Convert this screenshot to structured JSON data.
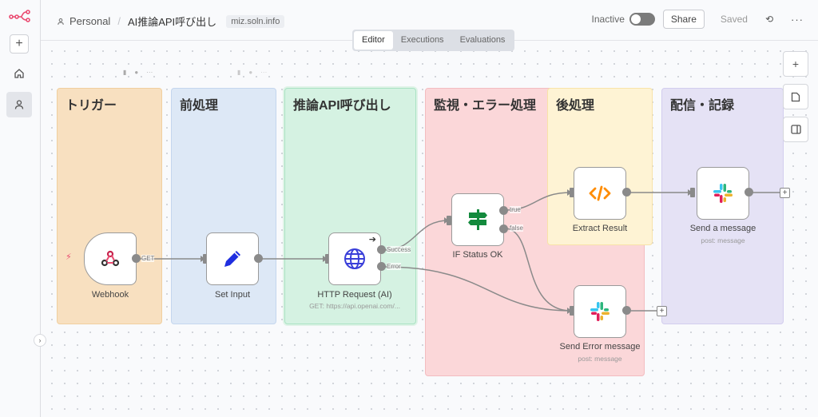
{
  "header": {
    "breadcrumb_owner": "Personal",
    "breadcrumb_separator": "/",
    "workflow_title": "AI推論API呼び出し",
    "workflow_tag": "miz.soln.info",
    "status_label": "Inactive",
    "active": false,
    "share_label": "Share",
    "saved_label": "Saved",
    "history_icon": "⟲",
    "more_icon": "···"
  },
  "sidebar": {
    "add_icon": "+",
    "home_icon": "⌂",
    "personal_icon": "👤",
    "collapse_icon": "›"
  },
  "tabs": [
    {
      "label": "Editor",
      "active": true
    },
    {
      "label": "Executions",
      "active": false
    },
    {
      "label": "Evaluations",
      "active": false
    }
  ],
  "canvas_controls": {
    "add_node_icon": "+",
    "sticky_note_icon": "🗋",
    "panel_icon": "◫"
  },
  "sticky_notes": [
    {
      "title": "トリガー",
      "color": "#f8e0c0"
    },
    {
      "title": "前処理",
      "color": "#dde8f6"
    },
    {
      "title": "推論API呼び出し",
      "color": "#d5f2e2"
    },
    {
      "title": "監視・エラー処理",
      "color": "#fbd7d9"
    },
    {
      "title": "後処理",
      "color": "#fef3d4"
    },
    {
      "title": "配信・記録",
      "color": "#e5e2f5"
    }
  ],
  "nodes": [
    {
      "name": "Webhook",
      "subtitle": "",
      "trigger_icon": "⚡"
    },
    {
      "name": "Set Input",
      "subtitle": ""
    },
    {
      "name": "HTTP Request (AI)",
      "subtitle": "GET: https://api.openai.com/..."
    },
    {
      "name": "IF Status OK",
      "subtitle": ""
    },
    {
      "name": "Extract Result",
      "subtitle": ""
    },
    {
      "name": "Send a message",
      "subtitle": "post: message"
    },
    {
      "name": "Send Error message",
      "subtitle": "post: message"
    }
  ],
  "edge_labels": {
    "webhook_out": "GET",
    "http_success": "Success",
    "http_error": "Error",
    "if_true": "true",
    "if_false": "false"
  },
  "add_connection_icon": "+"
}
